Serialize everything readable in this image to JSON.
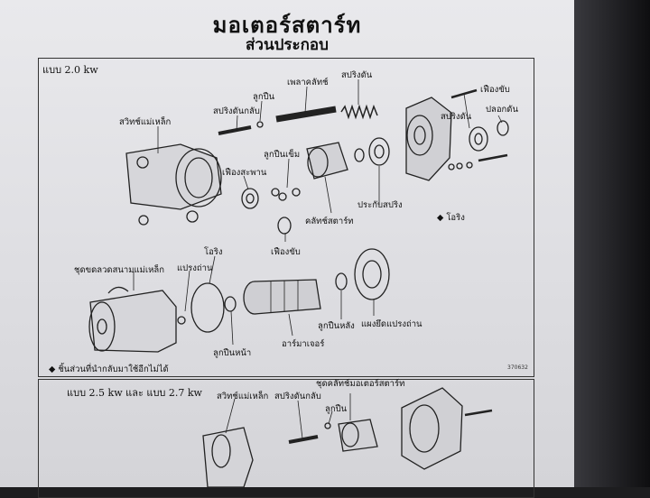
{
  "page": {
    "title": "มอเตอร์สตาร์ท",
    "subtitle": "ส่วนประกอบ"
  },
  "section1": {
    "header": "แบบ 2.0 kw",
    "labels": {
      "solenoid": "สวิทช์แม่เหล็ก",
      "return_spring": "สปริงดันกลับ",
      "ball": "ลูกปืน",
      "clutch_shaft": "เพลาคลัทช์",
      "spring_top": "สปริงดัน",
      "spring_right": "สปริงดัน",
      "drive_gear_top": "เฟืองขับ",
      "bearing_cup": "ปลอกดัน",
      "idler_gear": "เฟืองสะพาน",
      "needle_bearing": "ลูกปืนเข็ม",
      "starter_clutch": "คลัทช์สตาร์ท",
      "spring_retainer": "ประกับสปริง",
      "oring_right": "โอริง",
      "oring_mid": "โอริง",
      "drive_gear_mid": "เฟืองขับ",
      "field_frame": "ชุดขดลวดสนามแม่เหล็ก",
      "brush_spring": "แปรงถ่าน",
      "front_bearing": "ลูกปืนหน้า",
      "armature": "อาร์มาเจอร์",
      "rear_bearing": "ลูกปืนหลัง",
      "brush_holder": "แผงยึดแปรงถ่าน"
    },
    "footnote": "ชิ้นส่วนที่นำกลับมาใช้อีกไม่ได้",
    "code": "370632"
  },
  "section2": {
    "header": "แบบ 2.5 kw และ แบบ 2.7 kw",
    "labels": {
      "clutch_assy": "ชุดคลัทช์มอเตอร์สตาร์ท",
      "solenoid": "สวิทช์แม่เหล็ก",
      "return_spring": "สปริงดันกลับ",
      "ball": "ลูกปืน"
    }
  },
  "colors": {
    "paper": "#e4e4e8",
    "ink": "#111111",
    "bezel": "#1d1d1f"
  }
}
